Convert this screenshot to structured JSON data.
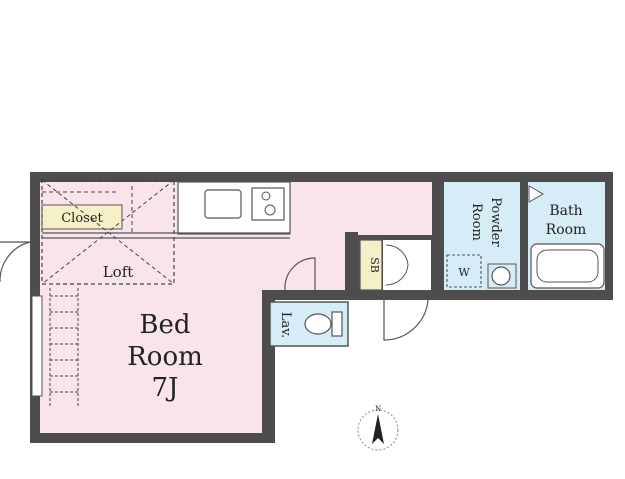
{
  "rooms": {
    "closet": "Closet",
    "loft": "Loft",
    "bedroom_line1": "Bed",
    "bedroom_line2": "Room",
    "bedroom_size": "7J",
    "shoe_box": "SB",
    "lavatory": "Lav.",
    "powder_line1": "Powder",
    "powder_line2": "Room",
    "washer": "W",
    "bath_line1": "Bath",
    "bath_line2": "Room"
  },
  "compass": {
    "label": "N"
  },
  "colors": {
    "wall": "#4d4d4d",
    "bedroom_floor": "#f9e4ec",
    "wet_area_floor": "#d6ecf7",
    "closet_floor": "#f6f0c8",
    "wall_inner": "#ffffff",
    "line": "#555555"
  }
}
